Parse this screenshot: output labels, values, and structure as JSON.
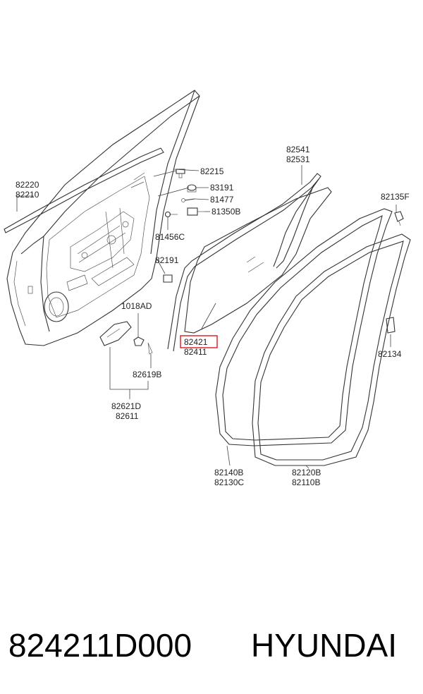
{
  "labels": {
    "l82220": "82220",
    "l82210": "82210",
    "l82215": "82215",
    "l83191": "83191",
    "l81477": "81477",
    "l81350B": "81350B",
    "l81456C": "81456C",
    "l82191": "82191",
    "l1018AD": "1018AD",
    "l82619B": "82619B",
    "l82621D": "82621D",
    "l82611": "82611",
    "l82541": "82541",
    "l82531": "82531",
    "l82421": "82421",
    "l82411": "82411",
    "l82135F": "82135F",
    "l82134": "82134",
    "l82140B": "82140B",
    "l82130C": "82130C",
    "l82120B": "82120B",
    "l82110B": "82110B"
  },
  "highlight_color": "#e0161b",
  "footer": {
    "part_number": "824211D000",
    "brand": "HYUNDAI"
  }
}
